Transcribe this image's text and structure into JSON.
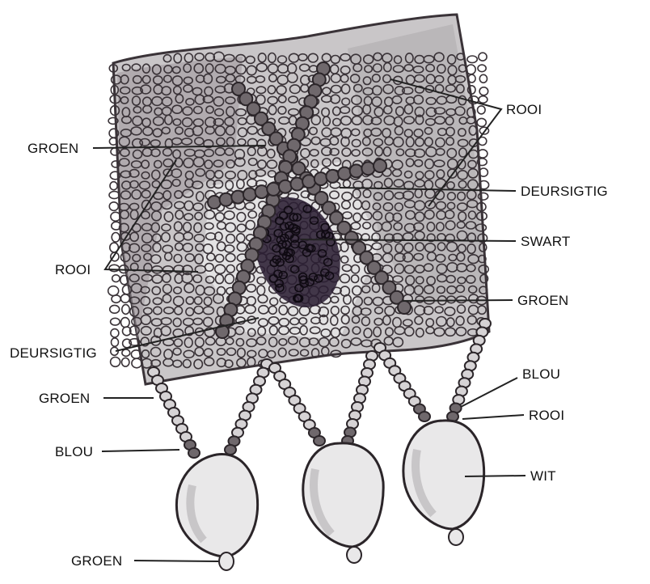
{
  "palette": {
    "ink": "#3a3338",
    "shade_light": "#b8b4b7",
    "shade_mid": "#8d878b",
    "black_core": "#2b1f33",
    "bead_white": "#e9e8e9"
  },
  "labels": {
    "groen_top_left": "GROEN",
    "rooi_top_right": "ROOI",
    "deursigtig_right": "DEURSIGTIG",
    "rooi_left": "ROOI",
    "swart_right": "SWART",
    "groen_right": "GROEN",
    "deursigtig_left": "DEURSIGTIG",
    "blou_right": "BLOU",
    "groen_left": "GROEN",
    "rooi_right_lower": "ROOI",
    "blou_left": "BLOU",
    "wit_right": "WIT",
    "groen_bottom": "GROEN"
  }
}
